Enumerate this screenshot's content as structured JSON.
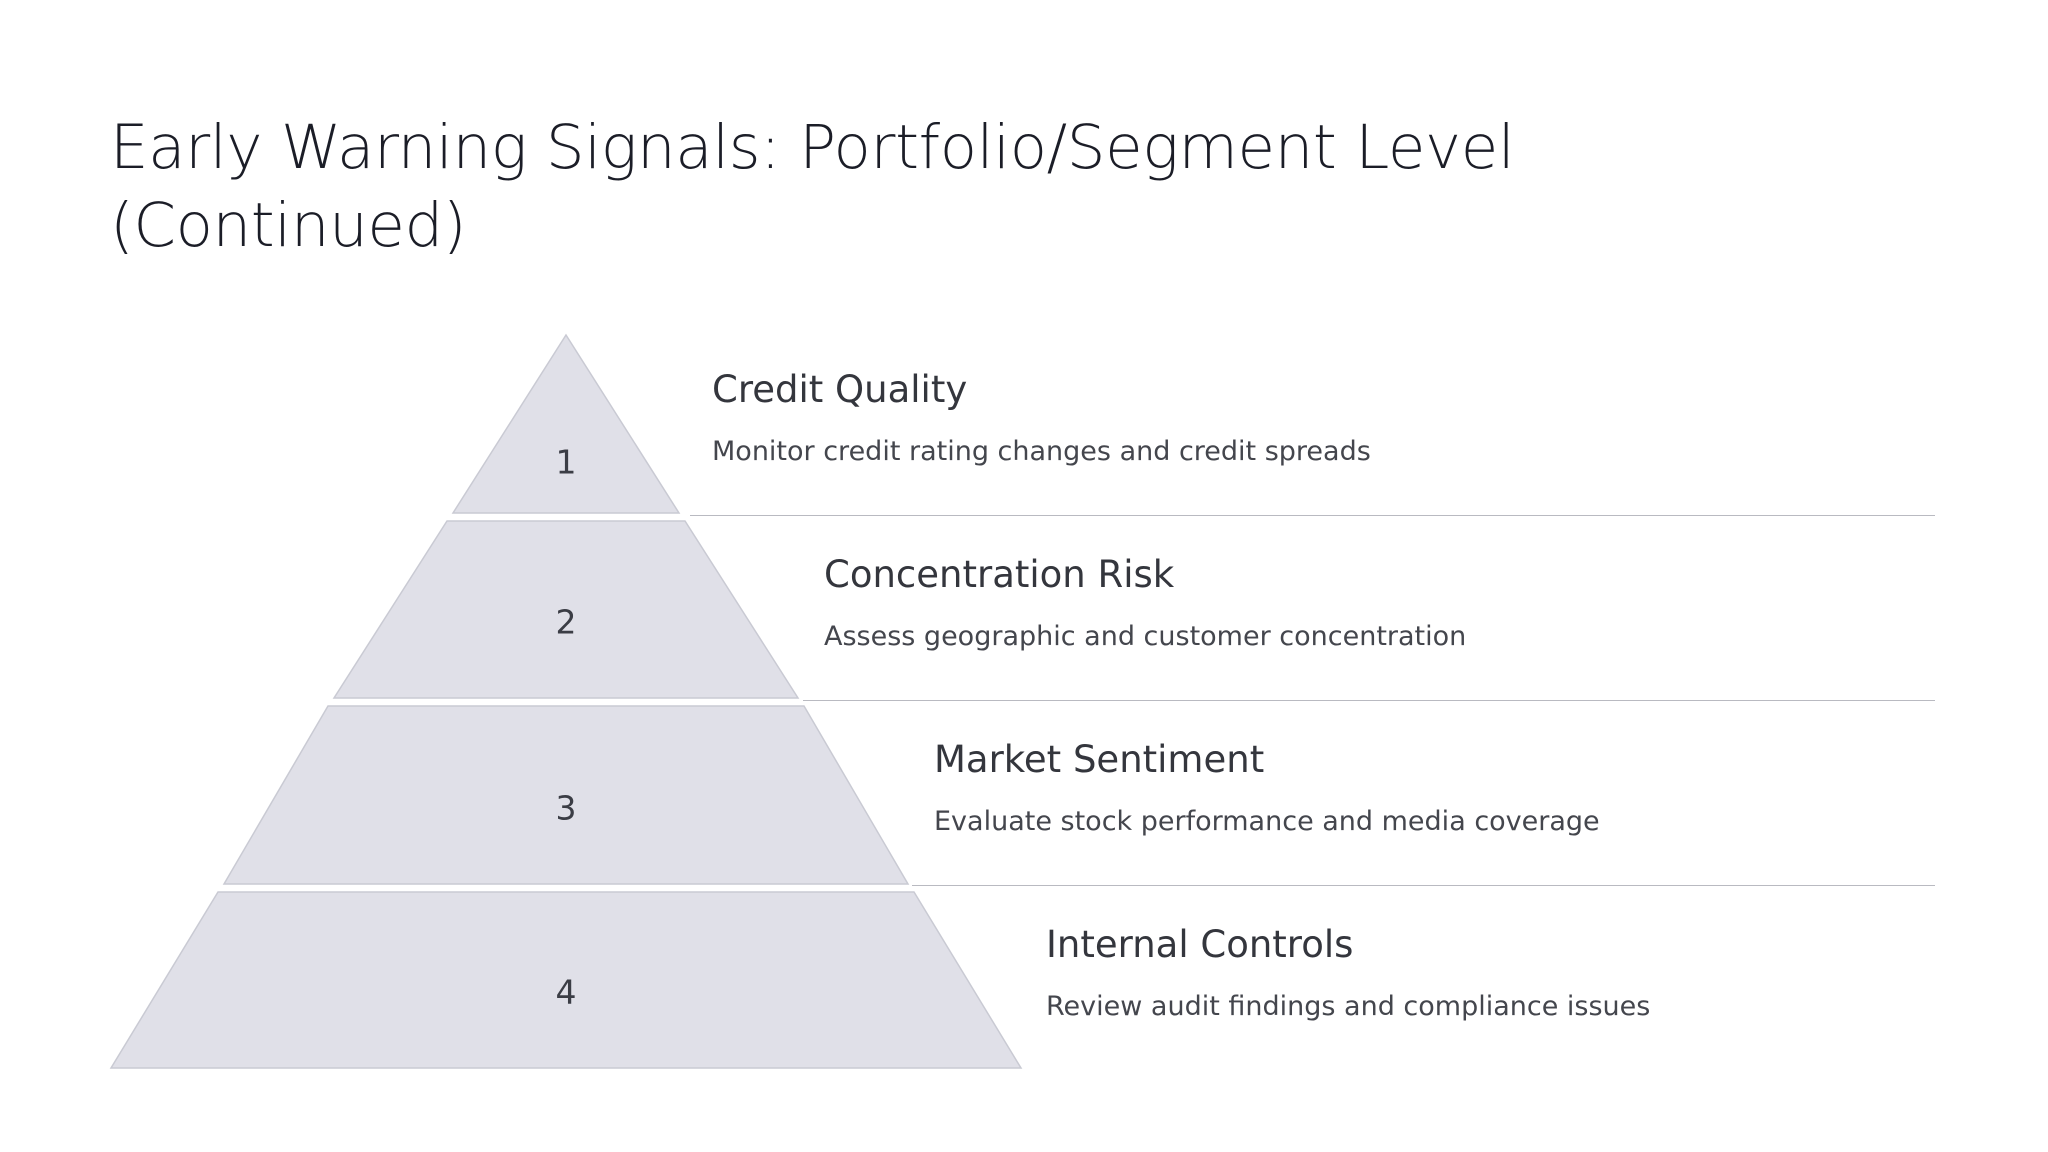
{
  "slide": {
    "title": "Early Warning Signals: Portfolio/Segment Level (Continued)",
    "background_color": "#ffffff",
    "title_color": "#1b1d27"
  },
  "diagram": {
    "type": "pyramid",
    "shape_fill": "#e0e0e8",
    "shape_stroke": "#c9cad3",
    "divider_color": "#b9bac1",
    "levels": [
      {
        "number": "1",
        "title": "Credit Quality",
        "description": "Monitor credit rating changes and credit spreads"
      },
      {
        "number": "2",
        "title": "Concentration Risk",
        "description": "Assess geographic and customer concentration"
      },
      {
        "number": "3",
        "title": "Market Sentiment",
        "description": "Evaluate stock performance and media coverage"
      },
      {
        "number": "4",
        "title": "Internal Controls",
        "description": "Review audit findings and compliance issues"
      }
    ]
  }
}
